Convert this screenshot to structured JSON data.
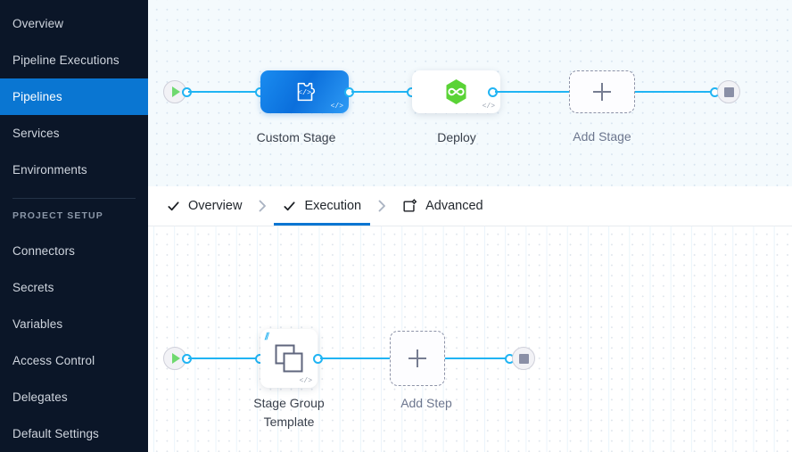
{
  "sidebar": {
    "items": [
      {
        "label": "Overview",
        "name": "sidebar-item-overview",
        "active": false
      },
      {
        "label": "Pipeline Executions",
        "name": "sidebar-item-pipeline-executions",
        "active": false
      },
      {
        "label": "Pipelines",
        "name": "sidebar-item-pipelines",
        "active": true
      },
      {
        "label": "Services",
        "name": "sidebar-item-services",
        "active": false
      },
      {
        "label": "Environments",
        "name": "sidebar-item-environments",
        "active": false
      }
    ],
    "section_title": "PROJECT SETUP",
    "setup_items": [
      {
        "label": "Connectors",
        "name": "sidebar-item-connectors"
      },
      {
        "label": "Secrets",
        "name": "sidebar-item-secrets"
      },
      {
        "label": "Variables",
        "name": "sidebar-item-variables"
      },
      {
        "label": "Access Control",
        "name": "sidebar-item-access-control"
      },
      {
        "label": "Delegates",
        "name": "sidebar-item-delegates"
      },
      {
        "label": "Default Settings",
        "name": "sidebar-item-default-settings"
      }
    ],
    "active_color": "#0a76d2",
    "background_color": "#0b1628"
  },
  "tabs": [
    {
      "label": "Overview",
      "icon": "check-icon",
      "active": false,
      "completed": true
    },
    {
      "label": "Execution",
      "icon": "check-icon",
      "active": true,
      "completed": true
    },
    {
      "label": "Advanced",
      "icon": "advanced-box-gear-icon",
      "active": false,
      "completed": false
    }
  ],
  "tab_separator": "chevron-right-icon",
  "stage_canvas": {
    "start_node": {
      "icon": "play-triangle-icon",
      "label": ""
    },
    "end_node": {
      "icon": "stop-square-icon",
      "label": ""
    },
    "nodes": [
      {
        "label": "Custom Stage",
        "icon": "custom-stage-code-icon",
        "type": "custom",
        "yaml_marker": "</>"
      },
      {
        "label": "Deploy",
        "icon": "harness-cd-hexagon-icon",
        "type": "deploy",
        "yaml_marker": "</>"
      },
      {
        "label": "Add Stage",
        "icon": "plus-icon",
        "type": "add"
      }
    ]
  },
  "step_canvas": {
    "start_node": {
      "icon": "play-triangle-icon"
    },
    "end_node": {
      "icon": "stop-square-icon"
    },
    "nodes": [
      {
        "label": "Stage Group\nTemplate",
        "label_line1": "Stage Group",
        "label_line2": "Template",
        "icon": "stacked-squares-template-icon",
        "badge": "template-library-icon",
        "yaml_marker": "</>"
      },
      {
        "label": "Add Step",
        "icon": "plus-icon",
        "type": "add"
      }
    ]
  },
  "colors": {
    "link": "#20b4f3",
    "accent": "#0a76d2",
    "deploy_green": "#5ad336",
    "canvas_top_bg": "#f4fafd",
    "canvas_bottom_bg": "#ffffff"
  }
}
